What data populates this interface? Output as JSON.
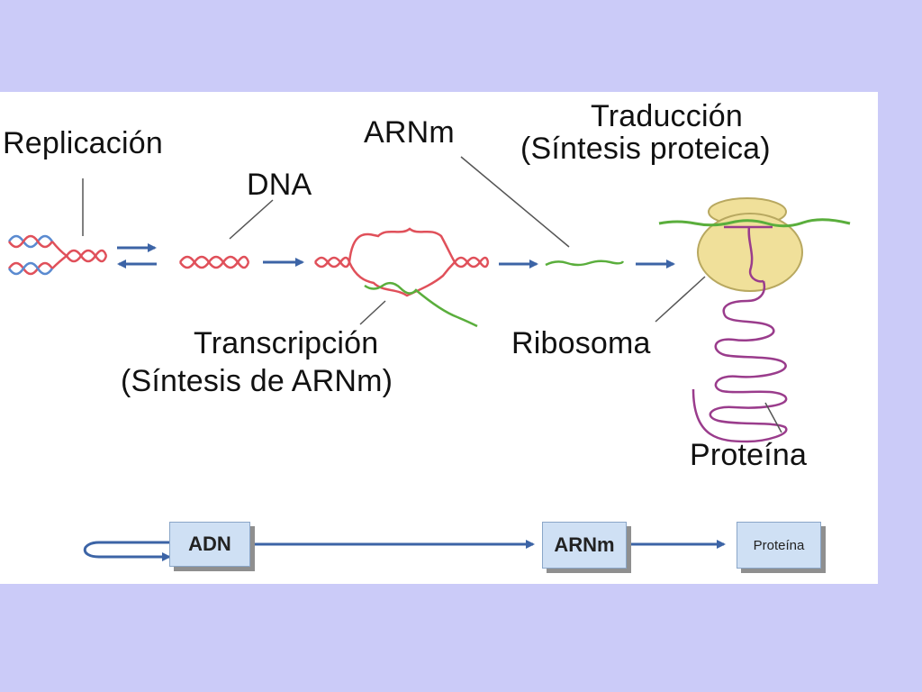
{
  "labels": {
    "replicacion": "Replicación",
    "dna": "DNA",
    "arnm": "ARNm",
    "traduccion_line1": "Traducción",
    "traduccion_line2": "(Síntesis proteica)",
    "transcripcion_line1": "Transcripción",
    "transcripcion_line2": "(Síntesis de ARNm)",
    "ribosoma": "Ribosoma",
    "proteina": "Proteína"
  },
  "flow": {
    "box_adn": "ADN",
    "box_arnm": "ARNm",
    "box_proteina": "Proteína"
  },
  "colors": {
    "background": "#cbcbf8",
    "panel": "#ffffff",
    "dna_red": "#e0505a",
    "dna_blue": "#5a8ad0",
    "rna_green": "#5aae3c",
    "protein_purple": "#9a3c8c",
    "ribosome_fill": "#f0e09a",
    "arrow": "#3c64a6"
  }
}
